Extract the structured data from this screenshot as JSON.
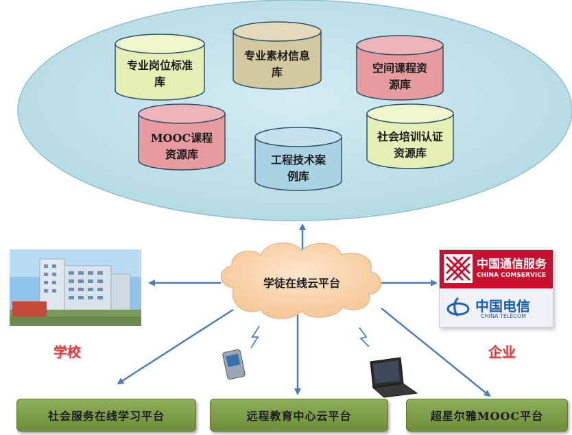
{
  "cloud_databases": {
    "db_professional_standards": "专业岗位标准库",
    "db_materials": "专业素材信息库",
    "db_space_courses": "空间课程资源库",
    "db_mooc_courses": "MOOC课程资源库",
    "db_engineering_cases": "工程技术案例库",
    "db_social_training": "社会培训认证资源库"
  },
  "center_cloud": "学徒在线云平台",
  "school": {
    "label": "学校"
  },
  "enterprise": {
    "label": "企业",
    "comservice_cn": "中国通信服务",
    "comservice_en": "CHINA COMSERVICE",
    "telecom_cn": "中国电信",
    "telecom_en": "CHINA TELECOM"
  },
  "platforms": [
    "社会服务在线学习平台",
    "远程教育中心云平台",
    "超星尔雅MOOC平台"
  ],
  "colors": {
    "ellipse": "#bfe0e8",
    "cyl_green": "#e4efb4",
    "cyl_tan": "#d3c9a0",
    "cyl_pink": "#e69b9f",
    "cyl_blue": "#a8d3e3",
    "cloud": "#f8d2aa",
    "arrow": "#4a7ebb",
    "platform": "#7f9e4a",
    "label_red": "#e0393e"
  }
}
